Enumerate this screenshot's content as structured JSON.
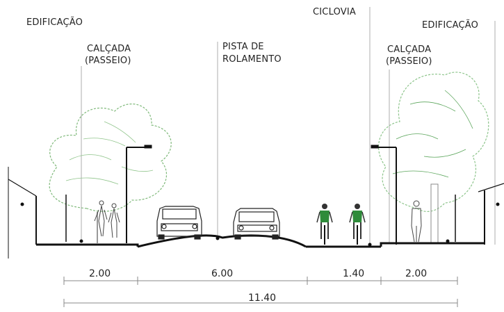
{
  "labels": {
    "building_left": "EDIFICAÇÃO",
    "building_right": "EDIFICAÇÃO",
    "sidewalk_left_1": "CALÇADA",
    "sidewalk_left_2": "(PASSEIO)",
    "sidewalk_right_1": "CALÇADA",
    "sidewalk_right_2": "(PASSEIO)",
    "roadway_1": "PISTA DE",
    "roadway_2": "ROLAMENTO",
    "bike_lane": "CICLOVIA"
  },
  "dimensions": {
    "sidewalk_left": "2.00",
    "roadway": "6.00",
    "bike_lane": "1.40",
    "sidewalk_right": "2.00",
    "total": "11.40"
  },
  "colors": {
    "line": "#111111",
    "thin_line": "#777777",
    "tree_left": "#7fb97a",
    "tree_right": "#8cc48a",
    "cyclist_shirt": "#2e8b3a",
    "tree_foliage_detail": "#5aa55a"
  }
}
